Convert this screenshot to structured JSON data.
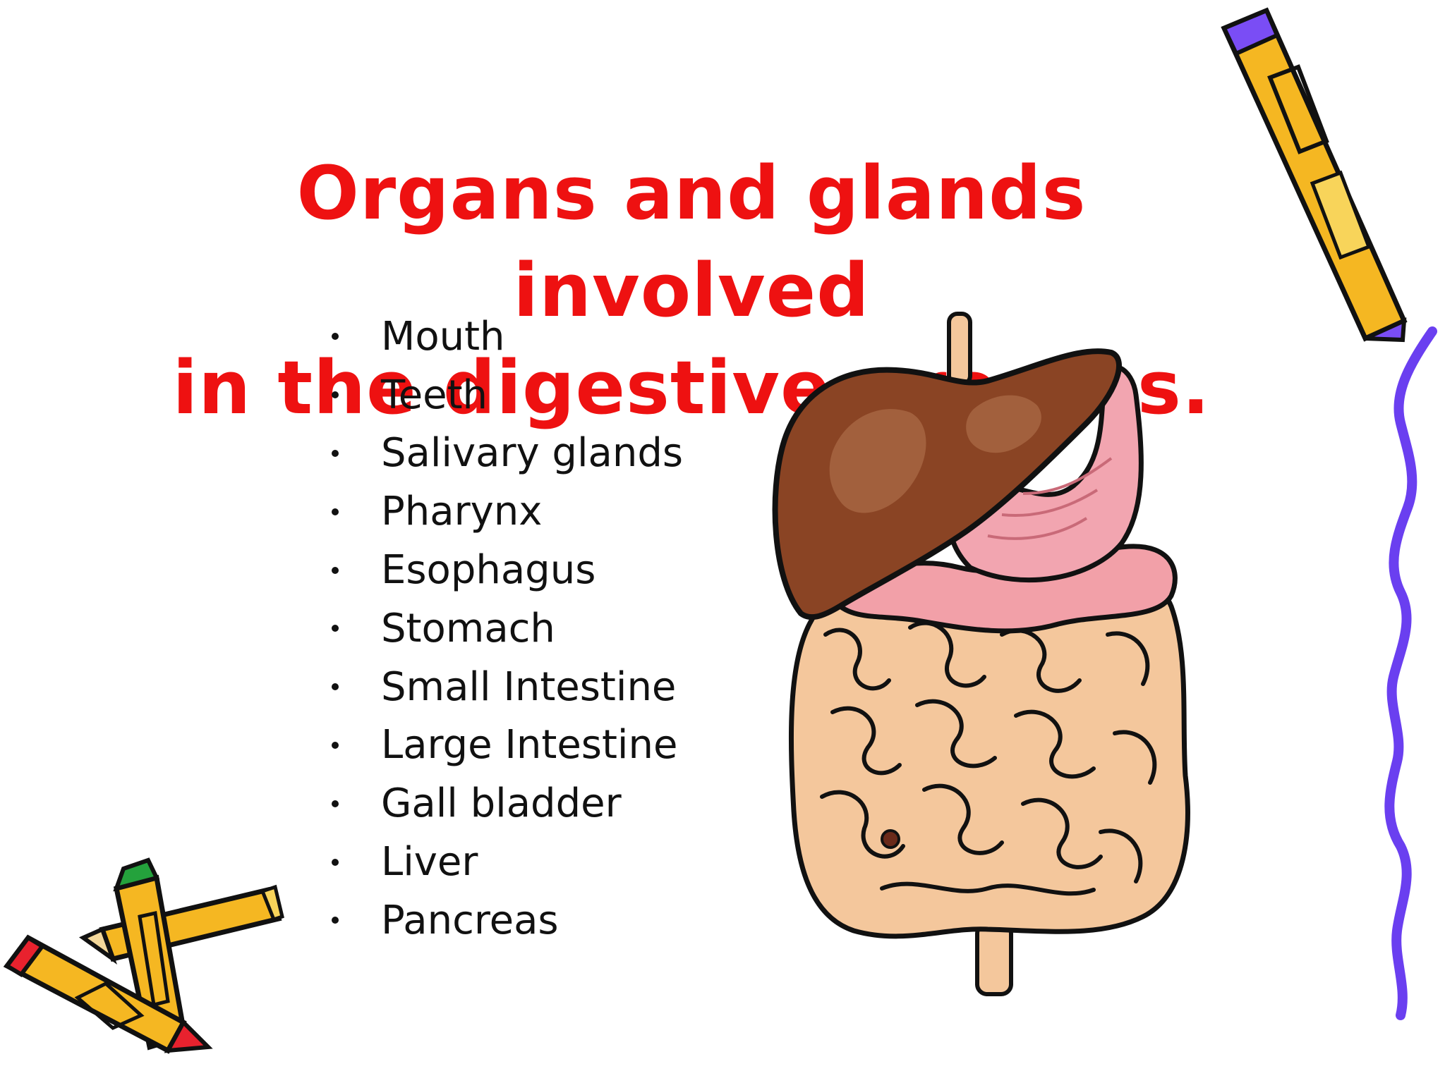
{
  "slide": {
    "title_lines": [
      "Organs and glands involved",
      "in the digestive process."
    ],
    "items": [
      "Mouth",
      "Teeth",
      "Salivary glands",
      "Pharynx",
      "Esophagus",
      "Stomach",
      "Small Intestine",
      "Large Intestine",
      "Gall bladder",
      "Liver",
      "Pancreas"
    ]
  },
  "colors": {
    "title": "#ee1111",
    "text": "#111111",
    "liver": "#8a4424",
    "stomach": "#f2a5b0",
    "intestine": "#f4c79c",
    "crayon_yellow": "#f5b722",
    "crayon_purple": "#7a4df5",
    "crayon_red": "#e8222e",
    "crayon_green": "#24a23c",
    "squiggle": "#6a3ff0"
  },
  "icons": {
    "illustration": "digestive-system-illustration",
    "top_right": "crayon-purple-icon",
    "bottom_left": "crayons-icon"
  }
}
